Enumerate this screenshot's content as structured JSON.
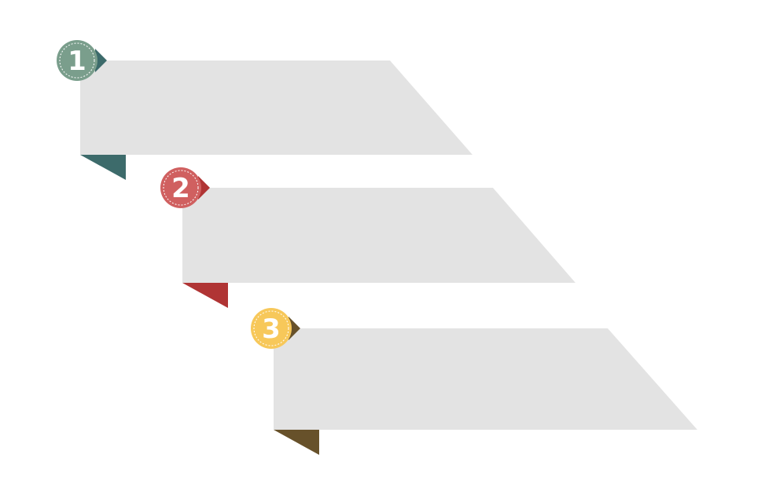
{
  "steps": [
    {
      "number": "1",
      "badge_color": "#7a9e8c",
      "tab_color": "#3d6b6b",
      "panel_color": "#e3e3e3"
    },
    {
      "number": "2",
      "badge_color": "#d06060",
      "tab_color": "#b03434",
      "panel_color": "#e3e3e3"
    },
    {
      "number": "3",
      "badge_color": "#f7c85a",
      "tab_color": "#67512a",
      "panel_color": "#e3e3e3"
    }
  ]
}
